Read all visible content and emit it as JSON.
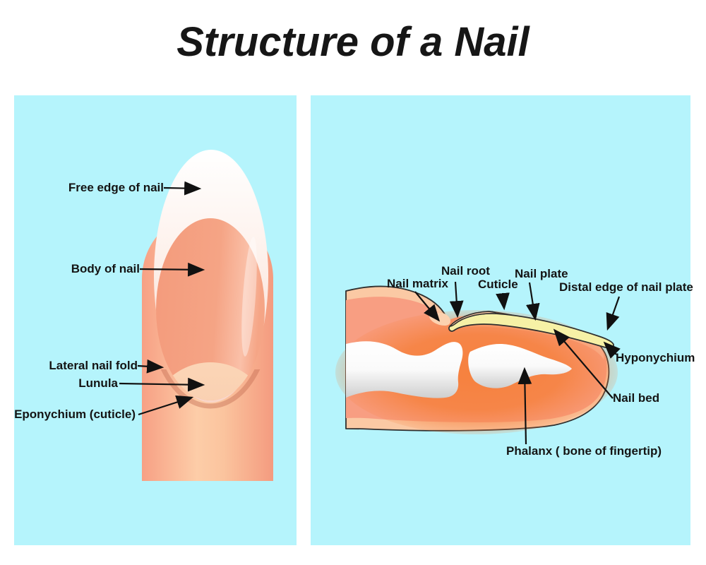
{
  "title": "Structure of a Nail",
  "colors": {
    "panel_background": "#b5f4fc",
    "skin_outer": "#fbc9a4",
    "skin_inner": "#f89e82",
    "orange_glow": "#f6813e",
    "bone": "#ffffff",
    "nail_plate": "#f6f1a6",
    "nail_body": "#f5a384",
    "lunula": "#fbd5b6",
    "outline": "#2f2f2f",
    "label_text": "#141414"
  },
  "left_panel": {
    "labels": [
      {
        "text": "Free edge of nail"
      },
      {
        "text": "Body of nail"
      },
      {
        "text": "Lateral nail fold"
      },
      {
        "text": "Lunula"
      },
      {
        "text": "Eponychium (cuticle)"
      }
    ]
  },
  "right_panel": {
    "labels": [
      {
        "text": "Nail matrix"
      },
      {
        "text": "Nail root"
      },
      {
        "text": "Cuticle"
      },
      {
        "text": "Nail plate"
      },
      {
        "text": "Distal edge of nail plate"
      },
      {
        "text": "Hyponychium"
      },
      {
        "text": "Nail bed"
      },
      {
        "text": "Phalanx ( bone of fingertip)"
      }
    ]
  }
}
